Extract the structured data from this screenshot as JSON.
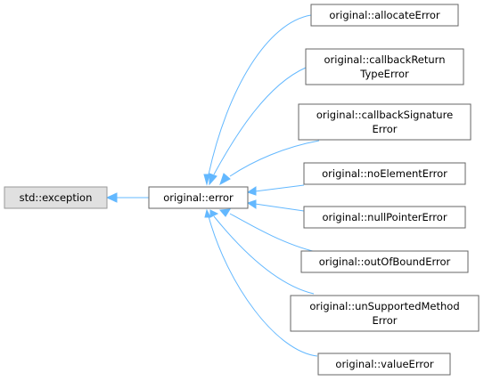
{
  "diagram": {
    "nodes": {
      "std_exception": "std::exception",
      "original_error": "original::error",
      "allocate_error": "original::allocateError",
      "callback_return_1": "original::callbackReturn",
      "callback_return_2": "TypeError",
      "callback_signature_1": "original::callbackSignature",
      "callback_signature_2": "Error",
      "no_element_error": "original::noElementError",
      "null_pointer_error": "original::nullPointerError",
      "out_of_bound_error": "original::outOfBoundError",
      "unsupported_method_1": "original::unSupportedMethod",
      "unsupported_method_2": "Error",
      "value_error": "original::valueError"
    },
    "edge_color": "#63b8ff",
    "root_fill": "#e0e0e0"
  }
}
